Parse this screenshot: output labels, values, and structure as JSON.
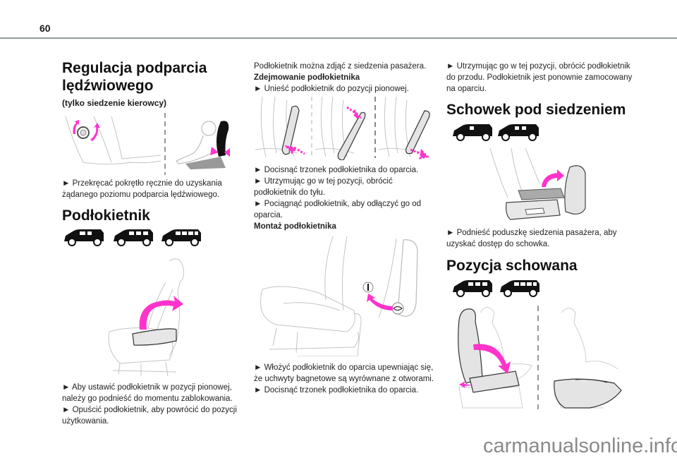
{
  "page": {
    "number": "60"
  },
  "left": {
    "title_line1": "Regulacja podparcia",
    "title_line2": "lędźwiowego",
    "subtitle": "(tylko siedzenie kierowcy)",
    "lumbar_step": "► Przekręcać pokrętło ręcznie do uzyskania żądanego poziomu podparcia lędźwiowego.",
    "armrest_title": "Podłokietnik",
    "armrest_vans": [
      "van-icon",
      "van-icon",
      "van-icon"
    ],
    "armrest_steps": [
      "► Aby ustawić podłokietnik w pozycji pionowej, należy go podnieść do momentu zablokowania.",
      "► Opuścić podłokietnik, aby powrócić do pozycji użytkowania."
    ]
  },
  "middle": {
    "intro": "Podłokietnik można zdjąć z siedzenia pasażera.",
    "removal_heading": "Zdejmowanie podłokietnika",
    "removal_step1": "► Unieść podłokietnik do pozycji pionowej.",
    "removal_steps": [
      "► Docisnąć trzonek podłokietnika do oparcia.",
      "► Utrzymując go w tej pozycji, obrócić podłokietnik do tyłu.",
      "► Pociągnąć podłokietnik, aby odłączyć go od oparcia."
    ],
    "install_heading": "Montaż podłokietnika",
    "install_steps": [
      "► Włożyć podłokietnik do oparcia upewniając się, że uchwyty bagnetowe są wyrównane z otworami.",
      "► Docisnąć trzonek podłokietnika do oparcia."
    ]
  },
  "right": {
    "install_step3": "► Utrzymując go w tej pozycji, obrócić podłokietnik do przodu. Podłokietnik jest ponownie zamocowany na oparciu.",
    "storage_title": "Schowek pod siedzeniem",
    "storage_step": "► Podnieść poduszkę siedzenia pasażera, aby uzyskać dostęp do schowka.",
    "stowed_title": "Pozycja schowana"
  },
  "colors": {
    "accent": "#ff33cc",
    "rule": "#909a99",
    "line_art": "#b8b8b8"
  },
  "watermark": {
    "text": "carmanualsonline.info"
  }
}
